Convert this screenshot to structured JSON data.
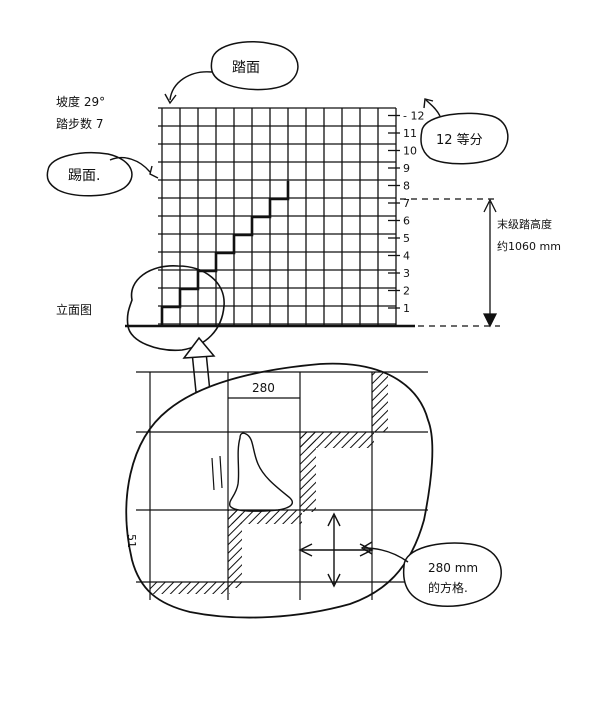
{
  "notes": {
    "slope": "坡度 29°",
    "steps": "踏步数 7",
    "elevation_label": "立面图",
    "total_height": "末级踏高度",
    "total_height_value": "约1060 mm"
  },
  "bubbles": {
    "tread": "踏面",
    "riser": "踢面.",
    "twelve_divisions": "12 等分",
    "grid_size": "280 mm",
    "grid_size_2": "的方格."
  },
  "tick_labels": [
    "1",
    "2",
    "3",
    "4",
    "5",
    "6",
    "7",
    "8",
    "9",
    "10",
    "11",
    "12"
  ],
  "dimension_280": "280",
  "colors": {
    "ink": "#111111",
    "paper": "#ffffff"
  }
}
